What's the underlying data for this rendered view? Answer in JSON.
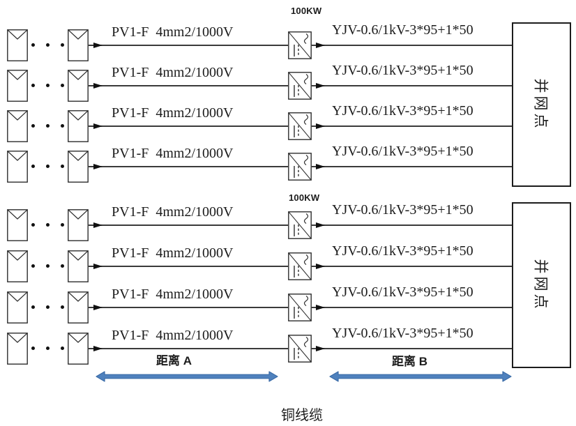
{
  "rows": [
    {
      "pv_label": "PV1-F  4mm2/1000V",
      "yjv_label": "YJV-0.6/1kV-3*95+1*50"
    },
    {
      "pv_label": "PV1-F  4mm2/1000V",
      "yjv_label": "YJV-0.6/1kV-3*95+1*50"
    },
    {
      "pv_label": "PV1-F  4mm2/1000V",
      "yjv_label": "YJV-0.6/1kV-3*95+1*50"
    },
    {
      "pv_label": "PV1-F  4mm2/1000V",
      "yjv_label": "YJV-0.6/1kV-3*95+1*50"
    },
    {
      "pv_label": "PV1-F  4mm2/1000V",
      "yjv_label": "YJV-0.6/1kV-3*95+1*50"
    },
    {
      "pv_label": "PV1-F  4mm2/1000V",
      "yjv_label": "YJV-0.6/1kV-3*95+1*50"
    },
    {
      "pv_label": "PV1-F  4mm2/1000V",
      "yjv_label": "YJV-0.6/1kV-3*95+1*50"
    },
    {
      "pv_label": "PV1-F  4mm2/1000V",
      "yjv_label": "YJV-0.6/1kV-3*95+1*50"
    }
  ],
  "groups": [
    {
      "power_label": "100KW",
      "grid_point_label": "并网点"
    },
    {
      "power_label": "100KW",
      "grid_point_label": "并网点"
    }
  ],
  "annotations": {
    "distance_a": "距离 A",
    "distance_b": "距离 B",
    "bottom_caption": "铜线缆"
  },
  "colors": {
    "wire": "#3a3a3a",
    "arrow_fill": "#4f81bd",
    "arrow_stroke": "#3b6ca8"
  }
}
